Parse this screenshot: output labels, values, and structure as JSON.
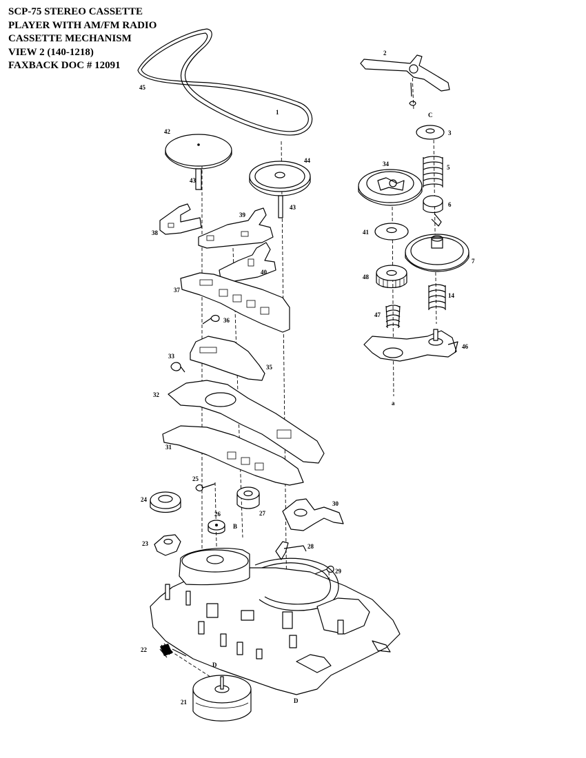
{
  "title": {
    "lines": [
      "SCP-75 STEREO CASSETTE",
      "PLAYER WITH AM/FM RADIO",
      "CASSETTE MECHANISM",
      "VIEW 2  (140-1218)",
      "FAXBACK DOC # 12091"
    ]
  },
  "labels": {
    "p1": "1",
    "p2": "2",
    "p3": "3",
    "p5": "5",
    "p6": "6",
    "p7": "7",
    "p14": "14",
    "p21": "21",
    "p22": "22",
    "p23": "23",
    "p24": "24",
    "p25": "25",
    "p26": "26",
    "p27": "27",
    "p28": "28",
    "p29": "29",
    "p30": "30",
    "p31": "31",
    "p32": "32",
    "p33": "33",
    "p34": "34",
    "p35": "35",
    "p36": "36",
    "p37": "37",
    "p38": "38",
    "p39": "39",
    "p40": "40",
    "p41": "41",
    "p42": "42",
    "p43a": "43",
    "p43b": "43",
    "p44": "44",
    "p45": "45",
    "p46": "46",
    "p47": "47",
    "p48": "48",
    "refC": "C",
    "refA": "a",
    "refB": "B",
    "refD1": "D",
    "refD2": "D"
  }
}
